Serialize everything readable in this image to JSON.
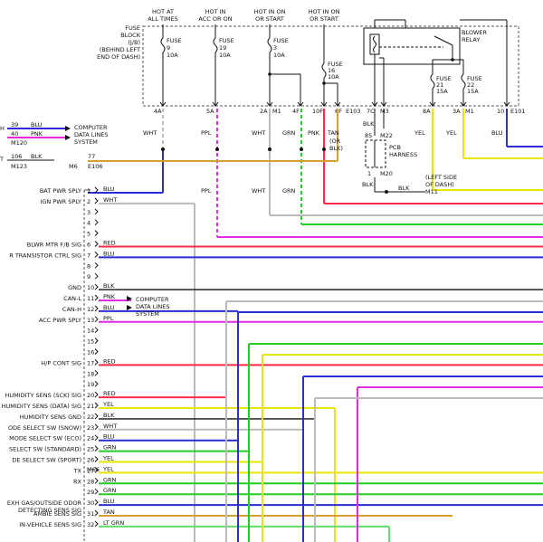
{
  "fuse_block": {
    "lines": [
      "FUSE",
      "BLOCK",
      "(J/B)",
      "(BEHIND LEFT",
      "END OF DASH)"
    ]
  },
  "power": {
    "p0": {
      "l1": "HOT AT",
      "l2": "ALL TIMES"
    },
    "p1": {
      "l1": "HOT IN",
      "l2": "ACC OR ON"
    },
    "p2": {
      "l1": "HOT IN ON",
      "l2": "OR START"
    },
    "p3": {
      "l1": "HOT IN ON",
      "l2": "OR START"
    }
  },
  "fuses": {
    "f9": {
      "l1": "FUSE",
      "l2": "9",
      "l3": "10A"
    },
    "f19": {
      "l1": "FUSE",
      "l2": "19",
      "l3": "10A"
    },
    "f3": {
      "l1": "FUSE",
      "l2": "3",
      "l3": "10A"
    },
    "f16": {
      "l1": "FUSE",
      "l2": "16",
      "l3": "10A"
    },
    "f21": {
      "l1": "FUSE",
      "l2": "21",
      "l3": "15A"
    },
    "f22": {
      "l1": "FUSE",
      "l2": "22",
      "l3": "15A"
    }
  },
  "relay": {
    "l1": "BLOWER",
    "l2": "RELAY"
  },
  "pins": {
    "p0": "4A",
    "p1": "5A",
    "p2": "2A",
    "p3": "M1",
    "p4": "4F",
    "p5": "10F",
    "p6": "6F",
    "p7": "E103",
    "p8": "7C",
    "p9": "M3",
    "p10": "8A",
    "p11": "3A",
    "p12": "M1",
    "p13": "10",
    "p14": "E101"
  },
  "upper_labels": {
    "l0": "WHT",
    "l1": "PPL",
    "l2": "WHT",
    "l3": "GRN",
    "l4": "PNK",
    "l5": "TAN",
    "l6": "(OR",
    "l7": "BLK)",
    "l8": "YEL",
    "l9": "YEL",
    "l10": "BLU",
    "l11": "PPL",
    "l12": "WHT",
    "l13": "GRN",
    "blk1": "BLK"
  },
  "pcb": {
    "pin85": "85",
    "conn": "M22",
    "l1": "PCB",
    "l2": "HARNESS",
    "pin1": "1",
    "conn2": "M20",
    "blk1": "BLK",
    "blk2": "BLK",
    "ground": "M11",
    "loc1": "(LEFT SIDE",
    "loc2": "OF DASH)"
  },
  "top_left": {
    "h": "H",
    "t": "T",
    "r0": {
      "pin": "39",
      "color": "BLU"
    },
    "r1": {
      "pin": "40",
      "color": "PNK"
    },
    "conn1": "M120",
    "r2": {
      "pin": "106",
      "color": "BLK"
    },
    "conn2": "M123",
    "computer1": "COMPUTER",
    "computer2": "DATA LINES",
    "computer3": "SYSTEM",
    "pin77": "77",
    "m6": "M6",
    "e106": "E106"
  },
  "can": {
    "l1": "COMPUTER",
    "l2": "DATA LINES",
    "l3": "SYSTEM"
  },
  "m66": "M66",
  "rows": [
    {
      "pin": "1",
      "color": "BLU",
      "signal": "BAT PWR SPLY",
      "wire": "#2d2dd6"
    },
    {
      "pin": "2",
      "color": "WHT",
      "signal": "IGN PWR SPLY",
      "wire": "#bbbbbb"
    },
    {
      "pin": "3",
      "color": "",
      "signal": "",
      "wire": ""
    },
    {
      "pin": "4",
      "color": "",
      "signal": "",
      "wire": ""
    },
    {
      "pin": "5",
      "color": "",
      "signal": "",
      "wire": ""
    },
    {
      "pin": "6",
      "color": "RED",
      "signal": "BLWR MTR F/B SIG",
      "wire": "#ff2a4a"
    },
    {
      "pin": "7",
      "color": "BLU",
      "signal": "R TRANSISTOR CTRL SIG",
      "wire": "#2d2dd6"
    },
    {
      "pin": "8",
      "color": "",
      "signal": "",
      "wire": ""
    },
    {
      "pin": "9",
      "color": "",
      "signal": "",
      "wire": ""
    },
    {
      "pin": "10",
      "color": "BLK",
      "signal": "GND",
      "wire": "#111111"
    },
    {
      "pin": "11",
      "color": "PNK",
      "signal": "CAN-L",
      "wire": "#e22ae2"
    },
    {
      "pin": "12",
      "color": "BLU",
      "signal": "CAN-H",
      "wire": "#2d2dd6"
    },
    {
      "pin": "13",
      "color": "PPL",
      "signal": "ACC PWR SPLY",
      "wire": "#e22ae2"
    },
    {
      "pin": "14",
      "color": "",
      "signal": "",
      "wire": ""
    },
    {
      "pin": "15",
      "color": "",
      "signal": "",
      "wire": ""
    },
    {
      "pin": "16",
      "color": "",
      "signal": "",
      "wire": ""
    },
    {
      "pin": "17",
      "color": "RED",
      "signal": "H/P CONT SIG",
      "wire": "#ff2a4a"
    },
    {
      "pin": "18",
      "color": "",
      "signal": "",
      "wire": ""
    },
    {
      "pin": "19",
      "color": "",
      "signal": "",
      "wire": ""
    },
    {
      "pin": "20",
      "color": "RED",
      "signal": "HUMIDITY SENS (SCK) SIG",
      "wire": "#ff2a4a"
    },
    {
      "pin": "21",
      "color": "YEL",
      "signal": "HUMIDITY SENS (DATA) SIG",
      "wire": "#e6e600"
    },
    {
      "pin": "22",
      "color": "BLK",
      "signal": "HUMIDITY SENS GND",
      "wire": "#111111"
    },
    {
      "pin": "23",
      "color": "WHT",
      "signal": "ODE SELECT SW (SNOW)",
      "wire": "#bbbbbb"
    },
    {
      "pin": "24",
      "color": "BLU",
      "signal": "MODE SELECT SW (ECO)",
      "wire": "#2d2dd6"
    },
    {
      "pin": "25",
      "color": "GRN",
      "signal": "SELECT SW (STANDARD)",
      "wire": "#22cc22"
    },
    {
      "pin": "26",
      "color": "YEL",
      "signal": "DE SELECT SW (SPORT)",
      "wire": "#e6e600"
    },
    {
      "pin": "27",
      "color": "YEL",
      "signal": "TX",
      "wire": "#e6e600"
    },
    {
      "pin": "28",
      "color": "GRN",
      "signal": "RX",
      "wire": "#22cc22"
    },
    {
      "pin": "29",
      "color": "GRN",
      "signal": "",
      "wire": "#22cc22"
    },
    {
      "pin": "30",
      "color": "BLU",
      "signal": "EXH GAS/OUTSIDE ODOR",
      "wire": "#2d2dd6"
    },
    {
      "pin": "31",
      "color": "TAN",
      "signal": "AMBIE SENS SIG",
      "wire": "#d6a030"
    },
    {
      "pin": "32",
      "color": "LT GRN",
      "signal": "IN-VEHICLE SENS SIG",
      "wire": "#66dd66"
    }
  ],
  "row30_extra": "DETECTING SENS SIG"
}
